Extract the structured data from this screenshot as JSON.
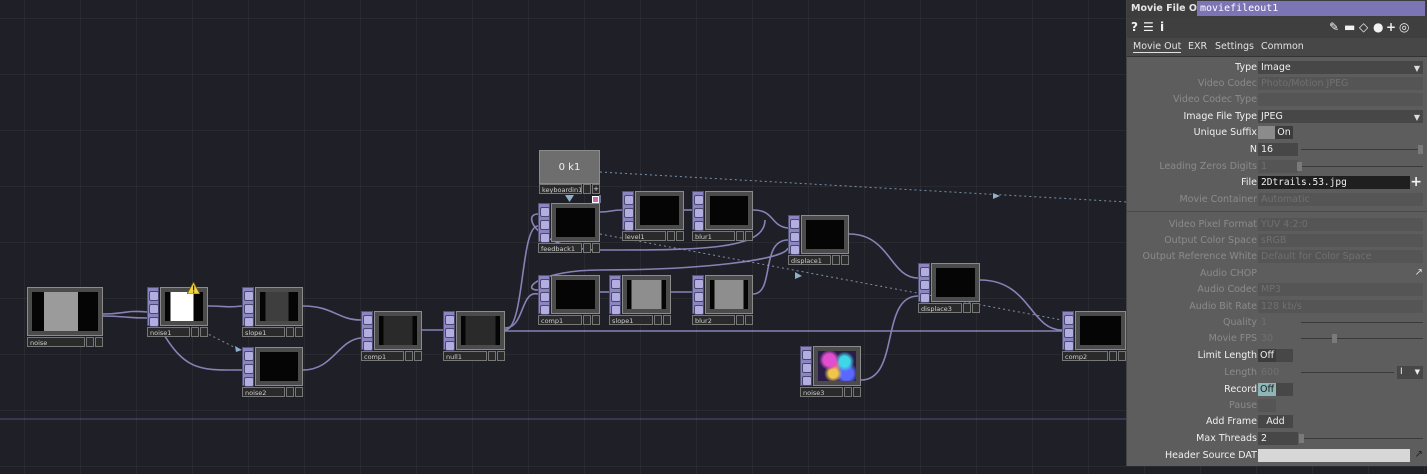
{
  "network": {
    "nodes": {
      "noise": "noise",
      "noise1": "noise1",
      "noise2": "noise2",
      "slope1": "slope1",
      "comp1a": "comp1",
      "null1": "null1",
      "keyboardin1": "keyboardin1",
      "keyboard_value": "0 k1",
      "feedback1": "feedback1",
      "level1": "level1",
      "blur1": "blur1",
      "displace1": "displace1",
      "comp1b": "comp1",
      "slope1b": "slope1",
      "blur2": "blur2",
      "displace3": "displace3",
      "noise3": "noise3",
      "comp2": "comp2"
    }
  },
  "panel": {
    "op_type": "Movie File Out",
    "op_name": "moviefileout1",
    "tabs": [
      "Movie Out",
      "EXR",
      "Settings",
      "Common"
    ],
    "params": {
      "type": {
        "label": "Type",
        "value": "Image"
      },
      "video_codec": {
        "label": "Video Codec",
        "value": "Photo/Motion JPEG"
      },
      "video_codec_type": {
        "label": "Video Codec Type",
        "value": ""
      },
      "image_file_type": {
        "label": "Image File Type",
        "value": "JPEG"
      },
      "unique_suffix": {
        "label": "Unique Suffix",
        "value": "On"
      },
      "n": {
        "label": "N",
        "value": "16"
      },
      "leading_zeros": {
        "label": "Leading Zeros Digits",
        "value": "1"
      },
      "file": {
        "label": "File",
        "value": "2Dtrails.53.jpg"
      },
      "movie_container": {
        "label": "Movie Container",
        "value": "Automatic"
      },
      "video_pixel_format": {
        "label": "Video Pixel Format",
        "value": "YUV 4:2:0"
      },
      "output_color_space": {
        "label": "Output Color Space",
        "value": "sRGB"
      },
      "output_reference_white": {
        "label": "Output Reference White",
        "value": "Default for Color Space"
      },
      "audio_chop": {
        "label": "Audio CHOP",
        "value": ""
      },
      "audio_codec": {
        "label": "Audio Codec",
        "value": "MP3"
      },
      "audio_bit_rate": {
        "label": "Audio Bit Rate",
        "value": "128 kb/s"
      },
      "quality": {
        "label": "Quality",
        "value": "1"
      },
      "movie_fps": {
        "label": "Movie FPS",
        "value": "30"
      },
      "limit_length": {
        "label": "Limit Length",
        "value": "Off"
      },
      "length": {
        "label": "Length",
        "value": "600",
        "unit": "I"
      },
      "record": {
        "label": "Record",
        "value": "Off"
      },
      "pause": {
        "label": "Pause",
        "value": ""
      },
      "add_frame": {
        "label": "Add Frame",
        "value": "Add"
      },
      "max_threads": {
        "label": "Max Threads",
        "value": "2"
      },
      "header_source_dat": {
        "label": "Header Source DAT",
        "value": ""
      }
    }
  },
  "colors": {
    "wire": "#9a94cf",
    "op_side": "#8b85c2",
    "op_name_bg": "#7b74b5",
    "record_highlight": "#8fb6b6"
  }
}
